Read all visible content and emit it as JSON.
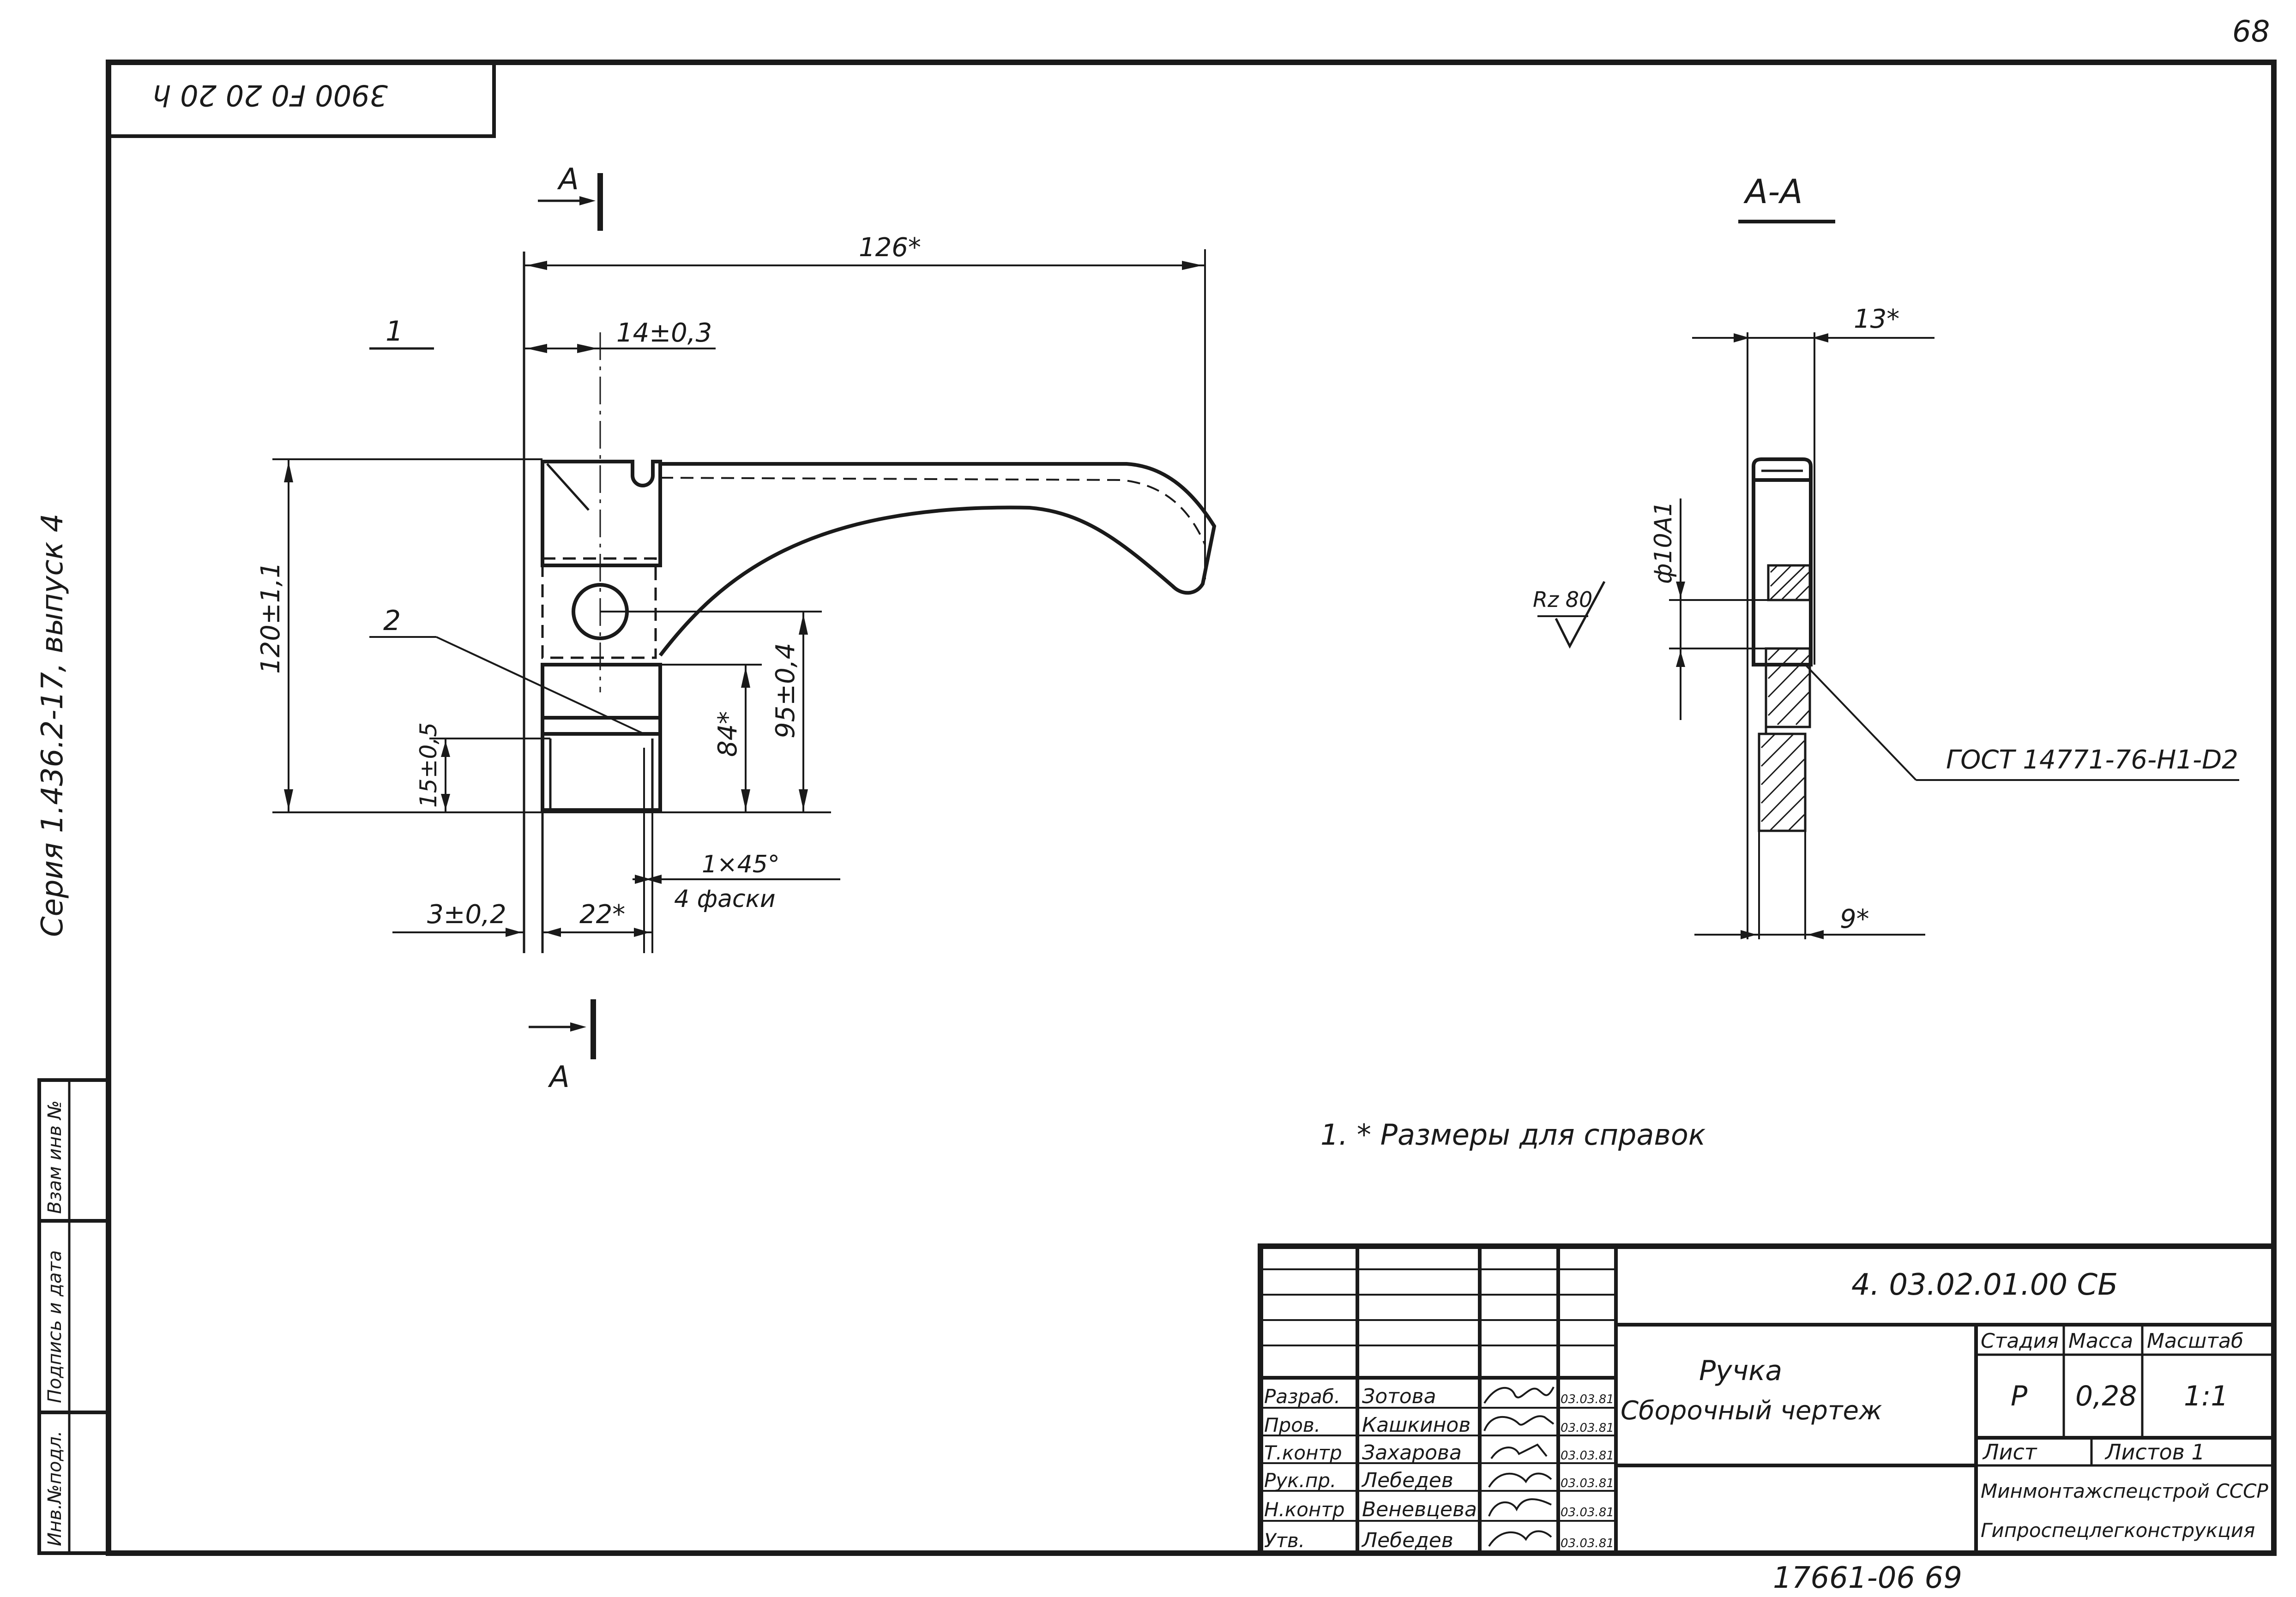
{
  "page": {
    "sheet_number": "68",
    "top_stamp": "3900 F0 20 20 h",
    "archive_number": "17661-06 69"
  },
  "margin": {
    "series_label": "Серия 1.436.2-17, выпуск 4",
    "inv_replace_label": "Взам инв №",
    "sign_date_label": "Подпись и дата",
    "inv_orig_label": "Инв.№подл."
  },
  "drawing": {
    "cut_mark_letter": "А",
    "section_title": "А-А",
    "callouts": [
      "1",
      "2"
    ],
    "dimensions": {
      "total_length": "126*",
      "hole_offset": "14±0,3",
      "height": "120±1,1",
      "hole_height": "95±0,4",
      "slot_top": "84*",
      "slot_depth": "15±0,5",
      "chamfer": "1×45°",
      "chamfer_count": "4 фаски",
      "wall": "3±0,2",
      "slot_width": "22*",
      "section_width": "13*",
      "section_thickness": "9*",
      "hole_diameter": "ф10А1",
      "roughness": "Rz 80"
    },
    "gost_ref": "ГОСТ 14771-76-Н1-D2",
    "note": "1. * Размеры для справок"
  },
  "title_block": {
    "doc_code": "4. 03.02.01.00 СБ",
    "product_name": "Ручка",
    "doc_type": "Сборочный чертеж",
    "stage_label": "Стадия",
    "mass_label": "Масса",
    "scale_label": "Масштаб",
    "stage": "Р",
    "mass": "0,28",
    "scale": "1:1",
    "sheet_label": "Лист",
    "sheets_label": "Листов 1",
    "org1": "Минмонтажспецстрой СССР",
    "org2": "Гипроспецлегконструкция",
    "roles": [
      {
        "role": "Разраб.",
        "name": "Зотова",
        "date": "03.03.81"
      },
      {
        "role": "Пров.",
        "name": "Кашкинов",
        "date": "03.03.81"
      },
      {
        "role": "Т.контр",
        "name": "Захарова",
        "date": "03.03.81"
      },
      {
        "role": "Рук.пр.",
        "name": "Лебедев",
        "date": "03.03.81"
      },
      {
        "role": "Н.контр",
        "name": "Веневцева",
        "date": "03.03.81"
      },
      {
        "role": "Утв.",
        "name": "Лебедев",
        "date": "03.03.81"
      }
    ]
  }
}
